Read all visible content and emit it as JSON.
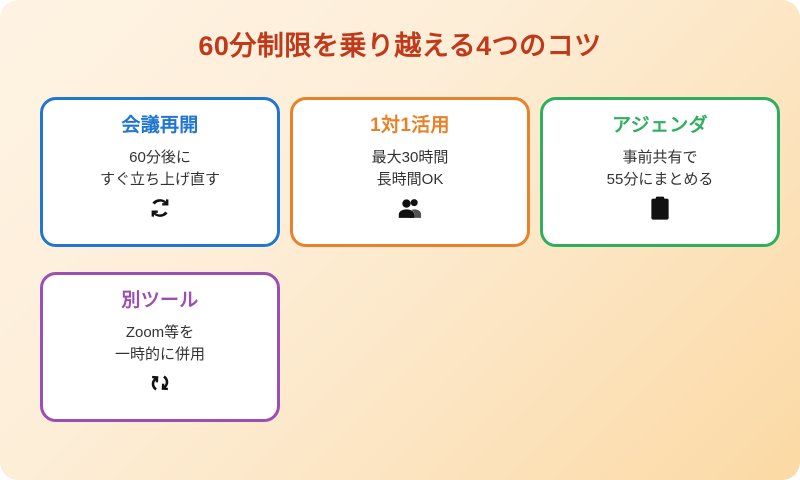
{
  "page": {
    "title": "60分制限を乗り越える4つのコツ",
    "title_color": "#c0391b",
    "background_from": "#fef3e3",
    "background_to": "#fbd9a4"
  },
  "cards": [
    {
      "title": "会議再開",
      "desc_line1": "60分後に",
      "desc_line2": "すぐ立ち上げ直す",
      "icon": "repeat-cycle-icon",
      "color": "#2176d2"
    },
    {
      "title": "1対1活用",
      "desc_line1": "最大30時間",
      "desc_line2": "長時間OK",
      "icon": "two-people-icon",
      "color": "#e8822a"
    },
    {
      "title": "アジェンダ",
      "desc_line1": "事前共有で",
      "desc_line2": "55分にまとめる",
      "icon": "clipboard-icon",
      "color": "#2faf5e"
    },
    {
      "title": "別ツール",
      "desc_line1": "Zoom等を",
      "desc_line2": "一時的に併用",
      "icon": "vertical-sync-icon",
      "color": "#9b4fb5"
    }
  ]
}
